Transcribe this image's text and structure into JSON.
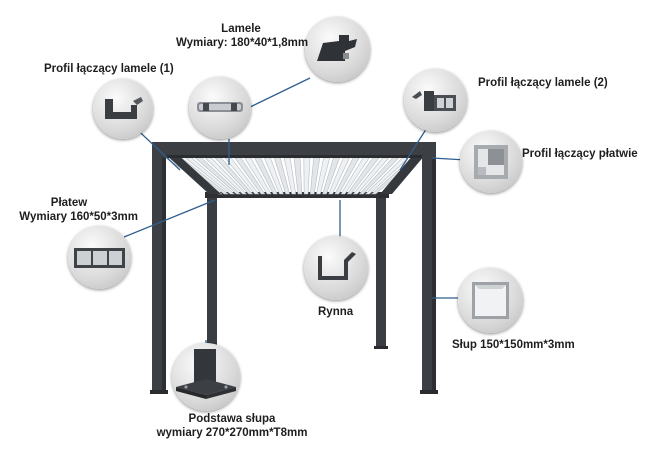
{
  "labels": {
    "lamele_title": "Lamele",
    "lamele_dims": "Wymiary: 180*40*1,8mm",
    "profil_1": "Profil łączący lamele (1)",
    "profil_2": "Profil łączący lamele (2)",
    "profil_platwie": "Profil łączący płatwie",
    "platew_title": "Płatew",
    "platew_dims": "Wymiary 160*50*3mm",
    "rynna": "Rynna",
    "slup": "Słup 150*150mm*3mm",
    "podstawa_title": "Podstawa słupa",
    "podstawa_dims": "wymiary 270*270mm*T8mm"
  },
  "colors": {
    "frame": "#3c3f44",
    "frame_dark": "#2a2c30",
    "leader": "#2f5f8e",
    "louver": "#e9ecee"
  },
  "icons": {
    "profil_1": "profile-1-icon",
    "lamele": "lamella-icon",
    "lamele_section": "lamella-section-icon",
    "profil_2": "profile-2-icon",
    "profil_platwie": "beam-connector-icon",
    "platew": "beam-icon",
    "rynna": "gutter-icon",
    "slup": "post-icon",
    "podstawa": "post-base-icon"
  }
}
